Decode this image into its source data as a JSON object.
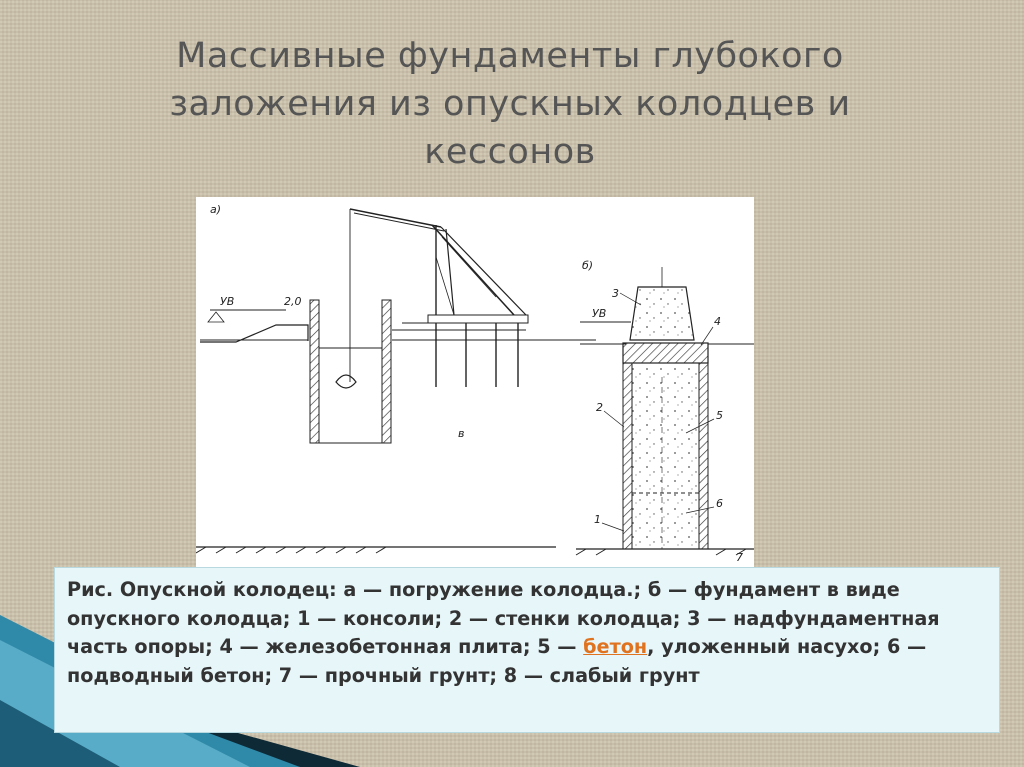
{
  "slide": {
    "title_lines": [
      "Массивные фундаменты глубокого",
      "заложения из опускных колодцев и",
      "кессонов"
    ]
  },
  "figure": {
    "panel_a_label": "а)",
    "panel_b_label": "б)",
    "water_level_label": "УВ",
    "elevation_label": "2,0",
    "soil_label_a": "в",
    "callouts": [
      "1",
      "2",
      "3",
      "4",
      "5",
      "6",
      "7"
    ]
  },
  "caption": {
    "part1": "Рис. Опускной колодец: а — погружение колодца.; б — фундамент в виде опускного колодца; 1 — консоли; 2 — стенки колодца; 3 — надфундаментная часть опоры; 4 — железобетонная плита; 5 — ",
    "link": "бетон",
    "part2": ", уложенный насухо; 6 — подводный бетон; 7 — прочный грунт; 8 — слабый грунт"
  },
  "colors": {
    "background": "#cdc3ac",
    "caption_bg": "#e7f6f9",
    "link": "#e0731f",
    "corner_dark": "#0e2a36",
    "corner_teal": "#3a98b4"
  }
}
